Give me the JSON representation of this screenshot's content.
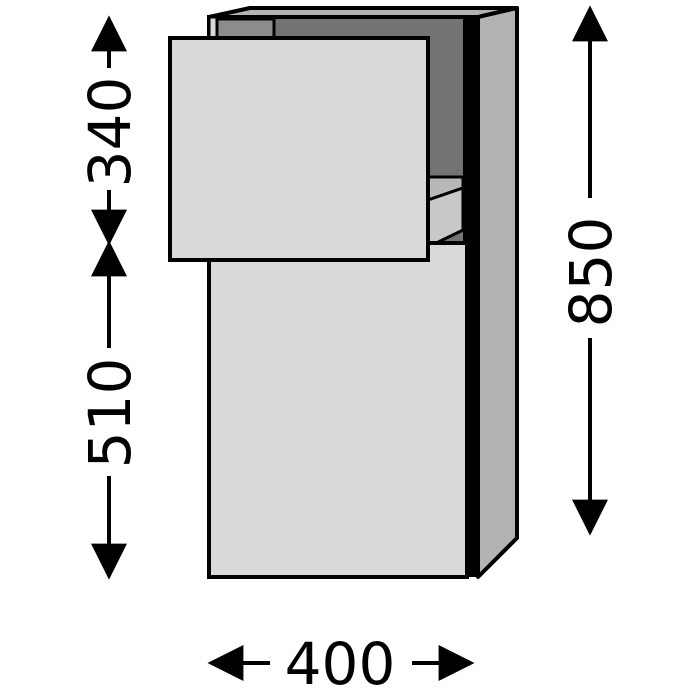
{
  "diagram": {
    "subject": "wall cabinet with flap door and lower door",
    "colors": {
      "outline": "#000000",
      "door_face": "#d9d9d9",
      "side_panel": "#b3b3b3",
      "interior_dark": "#737373",
      "interior_mid": "#8c8c8c",
      "shelf_top": "#b8b8b8",
      "shelf_front": "#c8c8c8",
      "edge_strip": "#000000",
      "background": "#ffffff"
    },
    "dimensions": {
      "upper_height": "340",
      "lower_height": "510",
      "total_height": "850",
      "width": "400"
    }
  }
}
